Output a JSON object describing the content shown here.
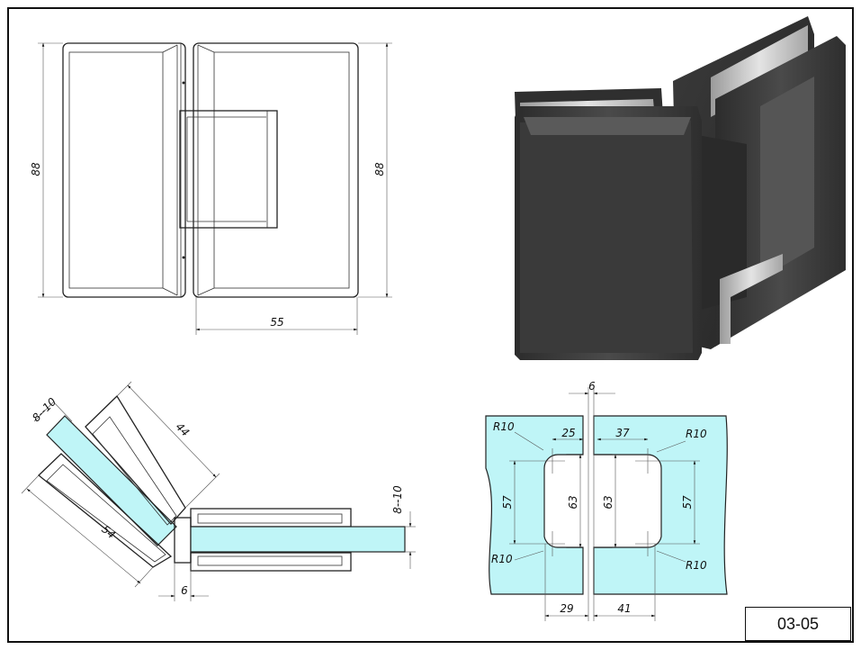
{
  "drawing_code": "03-05",
  "colors": {
    "glass": "#bff5f7",
    "hinge_dark": "#3b3b3b",
    "line": "#222222"
  },
  "front_view": {
    "height_left": "88",
    "height_right": "88",
    "width_bottom": "55"
  },
  "angle_view": {
    "glass_thickness_left": "8--10",
    "glass_thickness_right": "8--10",
    "length_44": "44",
    "length_54": "54",
    "gap": "6"
  },
  "glass_cutout": {
    "gap": "6",
    "radius_top_left": "R10",
    "radius_top_right": "R10",
    "radius_bottom_left": "R10",
    "radius_bottom_right": "R10",
    "width_top_left": "25",
    "width_top_right": "37",
    "height_left_outer": "57",
    "height_left_inner": "63",
    "height_right_inner": "63",
    "height_right_outer": "57",
    "width_bottom_left": "29",
    "width_bottom_right": "41"
  }
}
